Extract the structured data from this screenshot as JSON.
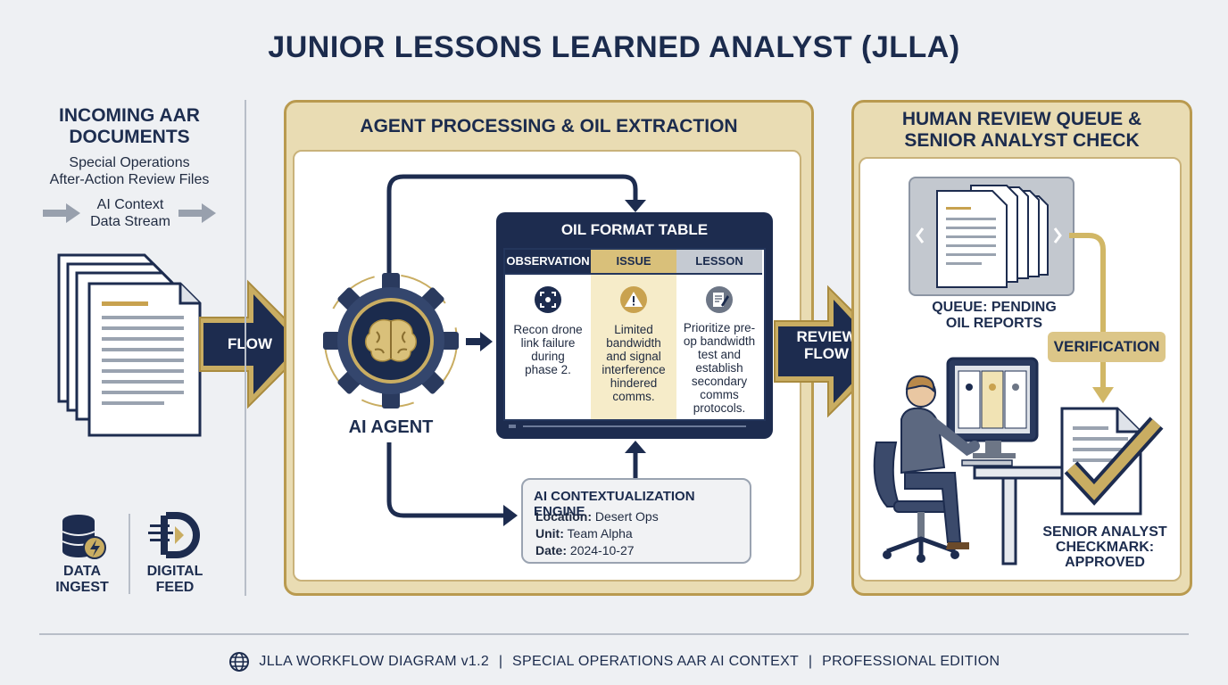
{
  "title": "JUNIOR LESSONS LEARNED ANALYST (JLLA)",
  "left": {
    "heading": "INCOMING AAR DOCUMENTS",
    "subtitle_line1": "Special Operations",
    "subtitle_line2": "After-Action Review Files",
    "stream_line1": "AI Context",
    "stream_line2": "Data Stream",
    "flow_label": "FLOW",
    "data_ingest_line1": "DATA",
    "data_ingest_line2": "INGEST",
    "digital_feed_line1": "DIGITAL",
    "digital_feed_line2": "FEED"
  },
  "agent_panel": {
    "heading": "AGENT PROCESSING & OIL EXTRACTION",
    "agent_label": "AI AGENT",
    "table_title": "OIL FORMAT TABLE",
    "columns": [
      {
        "header": "OBSERVATION",
        "text_lines": [
          "Recon drone",
          "link failure",
          "during",
          "phase 2."
        ]
      },
      {
        "header": "ISSUE",
        "text_lines": [
          "Limited",
          "bandwidth",
          "and signal",
          "interference",
          "hindered",
          "comms."
        ]
      },
      {
        "header": "LESSON",
        "text_lines": [
          "Prioritize pre-",
          "op bandwidth",
          "test and",
          "establish",
          "secondary",
          "comms",
          "protocols."
        ]
      }
    ],
    "engine": {
      "heading": "AI CONTEXTUALIZATION ENGINE",
      "location_key": "Location:",
      "location_val": "Desert Ops",
      "unit_key": "Unit:",
      "unit_val": "Team Alpha",
      "date_key": "Date:",
      "date_val": "2024-10-27"
    },
    "review_flow_line1": "REVIEW",
    "review_flow_line2": "FLOW"
  },
  "review_panel": {
    "heading_line1": "HUMAN REVIEW QUEUE &",
    "heading_line2": "SENIOR ANALYST CHECK",
    "queue_line1": "QUEUE: PENDING",
    "queue_line2": "OIL REPORTS",
    "verification": "VERIFICATION",
    "senior_line1": "SENIOR ANALYST",
    "senior_line2": "CHECKMARK:",
    "senior_line3": "APPROVED"
  },
  "footer": {
    "part1": "JLLA WORKFLOW DIAGRAM v1.2",
    "sep": "|",
    "part2": "SPECIAL OPERATIONS AAR AI CONTEXT",
    "part3": "PROFESSIONAL EDITION"
  },
  "colors": {
    "navy": "#1b2b4d",
    "gold": "#b99a4f",
    "gold_light": "#e9dcb3",
    "background": "#eef0f3"
  }
}
